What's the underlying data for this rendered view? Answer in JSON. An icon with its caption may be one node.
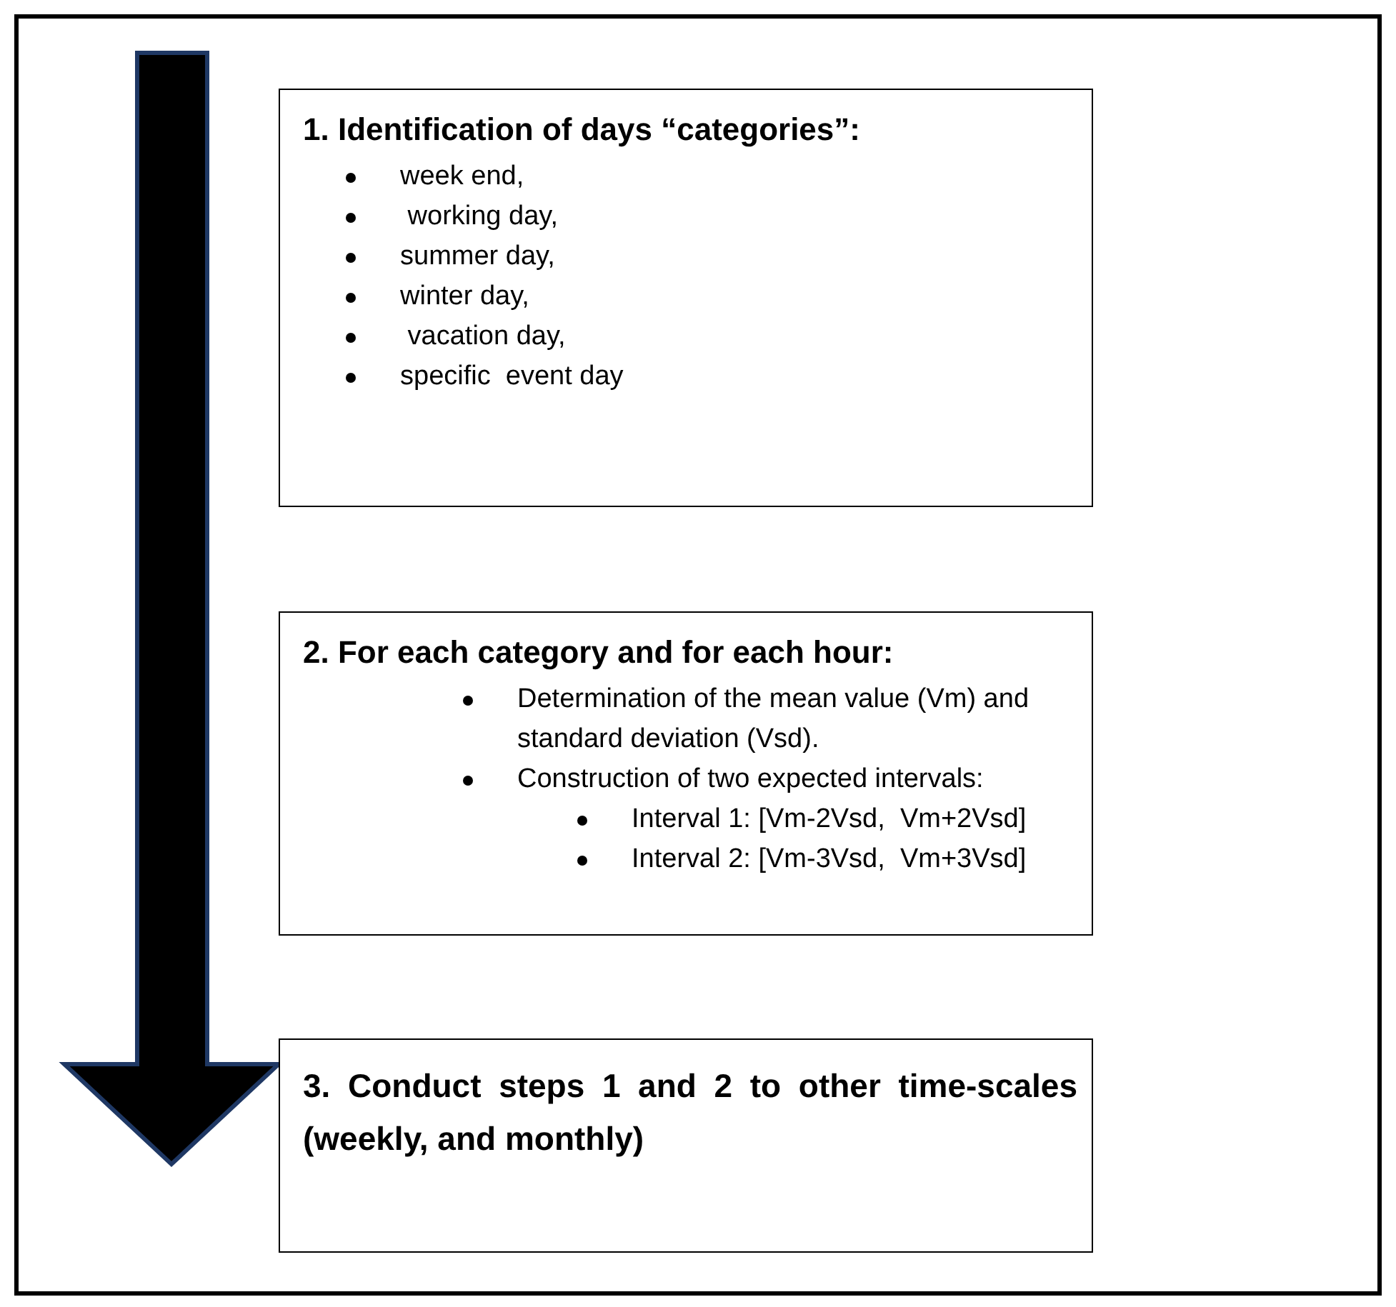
{
  "diagram": {
    "nodes": [
      {
        "text": [
          "1. Identification of days “categories”:",
          "week end,",
          " working day,",
          "summer day,",
          "winter day,",
          " vacation day,",
          "specific  event day"
        ]
      },
      {
        "text": [
          "2. For each category and for each hour:",
          "Determination of the mean value (Vm) and standard deviation (Vsd).",
          "Construction of two expected intervals:",
          "Interval 1: [Vm-2Vsd,  Vm+2Vsd]",
          "Interval 2: [Vm-3Vsd,  Vm+3Vsd]"
        ]
      },
      {
        "text": [
          "3. Conduct steps 1 and 2 to other time-scales (weekly, and monthly)"
        ]
      }
    ]
  }
}
